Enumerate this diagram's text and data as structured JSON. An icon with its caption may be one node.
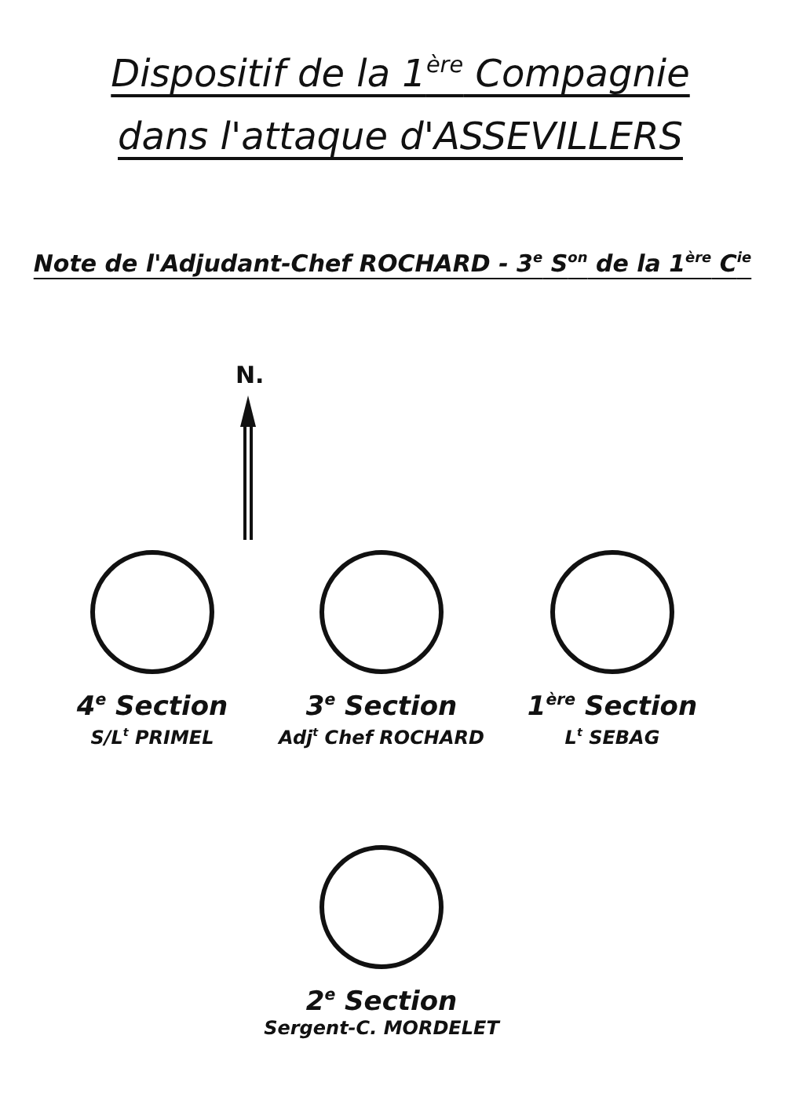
{
  "diagram": {
    "title": "Dispositif de la 1$^{ère}$ Compagnie dans l'attaque d'ASSEVILLERS",
    "nodes": [
      {
        "text": [],
        "shape": "circle",
        "beside": [
          "4$^{e}$ Section",
          "S/L$^{t}$ PRIMEL"
        ]
      },
      {
        "text": [],
        "shape": "circle",
        "beside": [
          "3$^{e}$ Section",
          "Adj$^{t}$ Chef ROCHARD"
        ]
      },
      {
        "text": [],
        "shape": "circle",
        "beside": [
          "1$^{ère}$ Section",
          "L$^{t}$ SEBAG"
        ]
      },
      {
        "text": [],
        "shape": "circle",
        "beside": [
          "2$^{e}$ Section",
          "Sergent-C. MORDELET"
        ]
      }
    ],
    "edges": [],
    "labels": [
      "Note de l'Adjudant-Chef ROCHARD - 3$^{e}$ S$^{on}$ de la 1$^{ère}$ C$^{ie}$",
      "N."
    ]
  }
}
